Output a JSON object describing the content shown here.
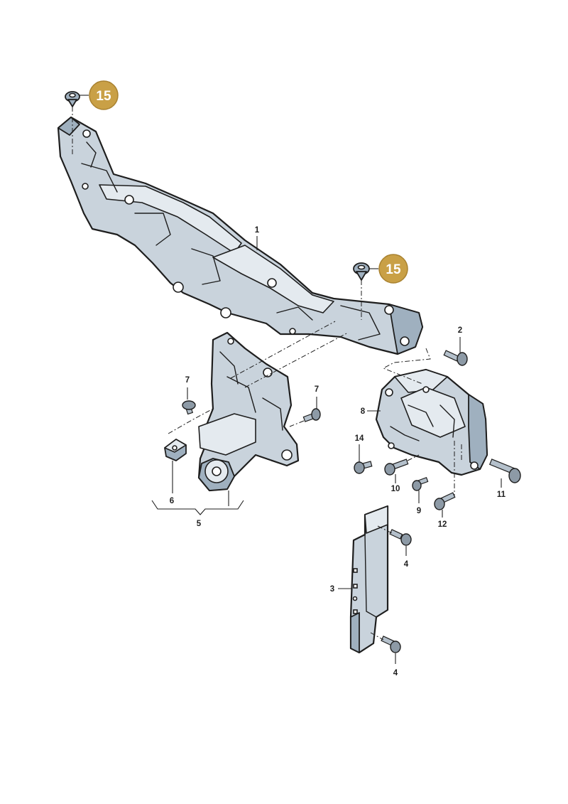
{
  "colors": {
    "badge_fill": "#c9a046",
    "badge_stroke": "#a98230",
    "part_fill": "#c9d3dc",
    "outline": "#1e1e1e"
  },
  "badges": [
    {
      "id": "badge-15-top",
      "text": "15"
    },
    {
      "id": "badge-15-right",
      "text": "15"
    }
  ],
  "labels": {
    "l1": "1",
    "l2": "2",
    "l3": "3",
    "l4a": "4",
    "l4b": "4",
    "l5": "5",
    "l6": "6",
    "l7a": "7",
    "l7b": "7",
    "l8": "8",
    "l9": "9",
    "l10": "10",
    "l11": "11",
    "l12": "12",
    "l14": "14"
  }
}
